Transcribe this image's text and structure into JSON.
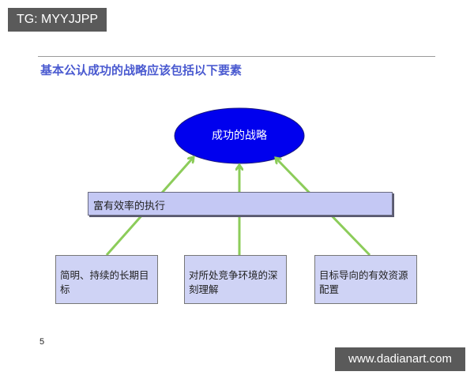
{
  "overlay": {
    "tag_label": "TG: MYYJJPP",
    "watermark": "www.dadianart.com"
  },
  "slide": {
    "title": "基本公认成功的战略应该包括以下要素",
    "page_number": "5",
    "colors": {
      "title": "#4a5ad0",
      "ellipse": "#0000ee",
      "bar": "#c4c8f4",
      "box": "#cfd3f5",
      "arrow": "#8ccc5a"
    }
  },
  "diagram": {
    "goal": "成功的战略",
    "execution": "富有效率的执行",
    "elements": [
      {
        "text": "简明、持续的长期目标"
      },
      {
        "text": "对所处竞争环境的深刻理解"
      },
      {
        "text": "目标导向的有效资源配置"
      }
    ]
  }
}
